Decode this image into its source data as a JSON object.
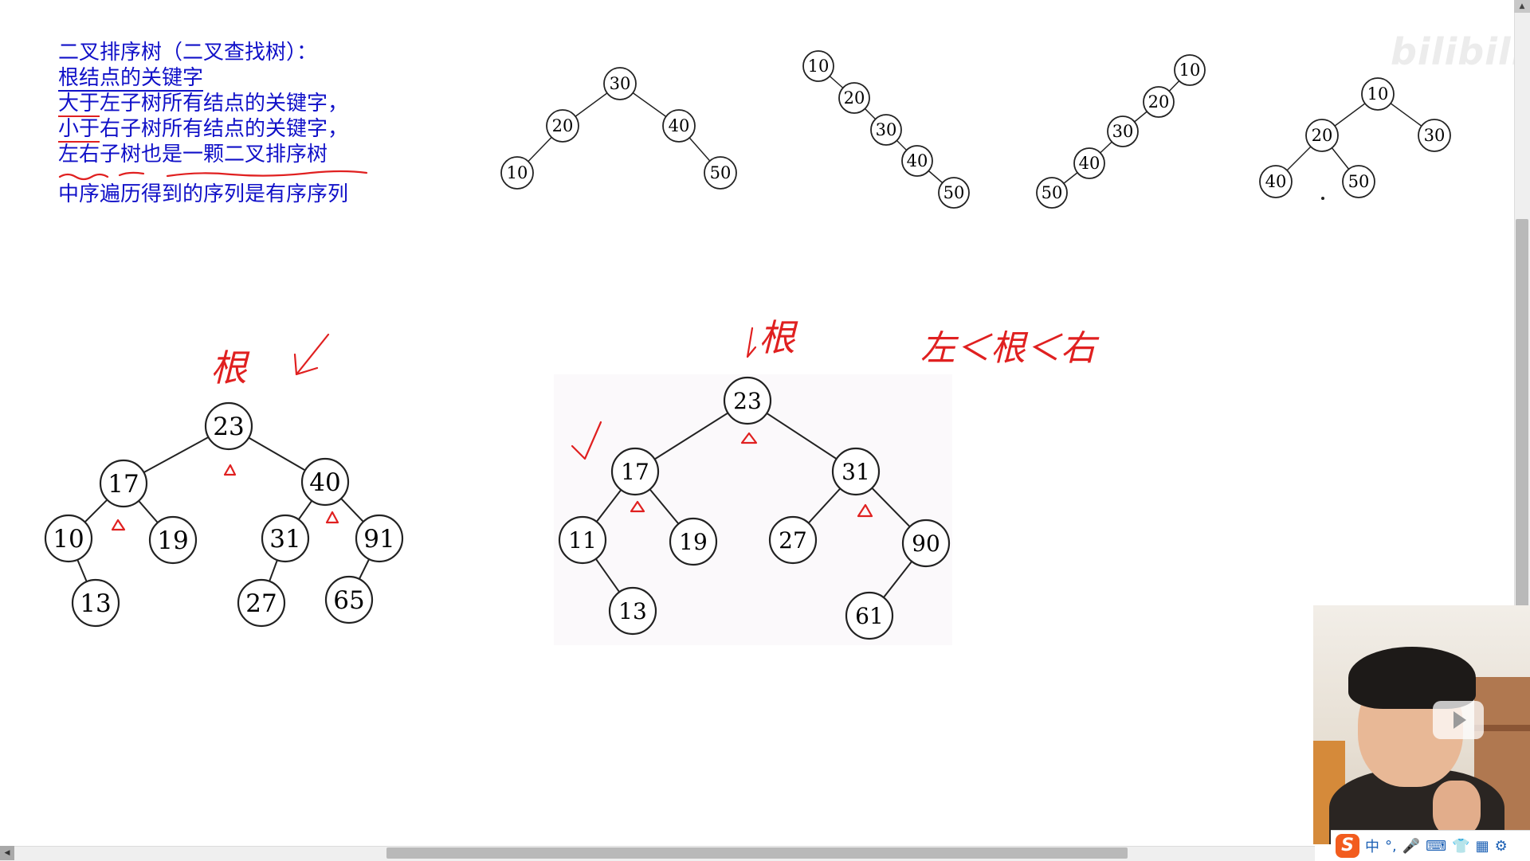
{
  "definition": {
    "title": "二叉排序树（二叉查找树）：",
    "line1": "根结点的关键字",
    "line2_a": "大于",
    "line2_b": "左子树所有结点的关键字，",
    "line3_a": "小于",
    "line3_b": "右子树所有结点的关键字，",
    "line4": "左右子树也是一颗二叉排序树",
    "inorder": "中序遍历得到的序列是有序序列"
  },
  "trees": {
    "balanced": [
      "30",
      "20",
      "40",
      "10",
      "50"
    ],
    "right_chain": [
      "10",
      "20",
      "30",
      "40",
      "50"
    ],
    "left_chain": [
      "10",
      "20",
      "30",
      "40",
      "50"
    ],
    "invalid": [
      "10",
      "20",
      "30",
      "40",
      "50"
    ],
    "example_a": [
      "23",
      "17",
      "40",
      "10",
      "19",
      "31",
      "91",
      "13",
      "27",
      "65"
    ],
    "example_b": [
      "23",
      "17",
      "31",
      "11",
      "19",
      "27",
      "90",
      "13",
      "61"
    ]
  },
  "annotations": {
    "root_left": "根",
    "root_mid": "根",
    "rule": "左＜根＜右"
  },
  "watermark": "bilibili",
  "ime": {
    "lang": "中",
    "punct": "°,",
    "logo": "S"
  },
  "colors": {
    "definition_text": "#1010c8",
    "annotation": "#e02020",
    "node_stroke": "#1a1a1a"
  }
}
